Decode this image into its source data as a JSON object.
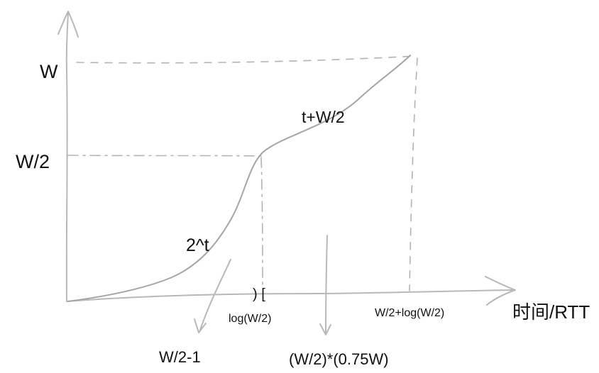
{
  "labels": {
    "y_w": "W",
    "y_half": "W/2",
    "curve_linear": "t+W/2",
    "curve_exp": "2^t",
    "bracket": ") [",
    "x_log": "log(W/2)",
    "x_end": "W/2+log(W/2)",
    "x_axis": "时间/RTT",
    "arrow_left": "W/2-1",
    "arrow_mid": "(W/2)*(0.75W)"
  },
  "colors": {
    "line": "#b8b8b8",
    "curve": "#a5a5a5",
    "text": "#111111"
  }
}
